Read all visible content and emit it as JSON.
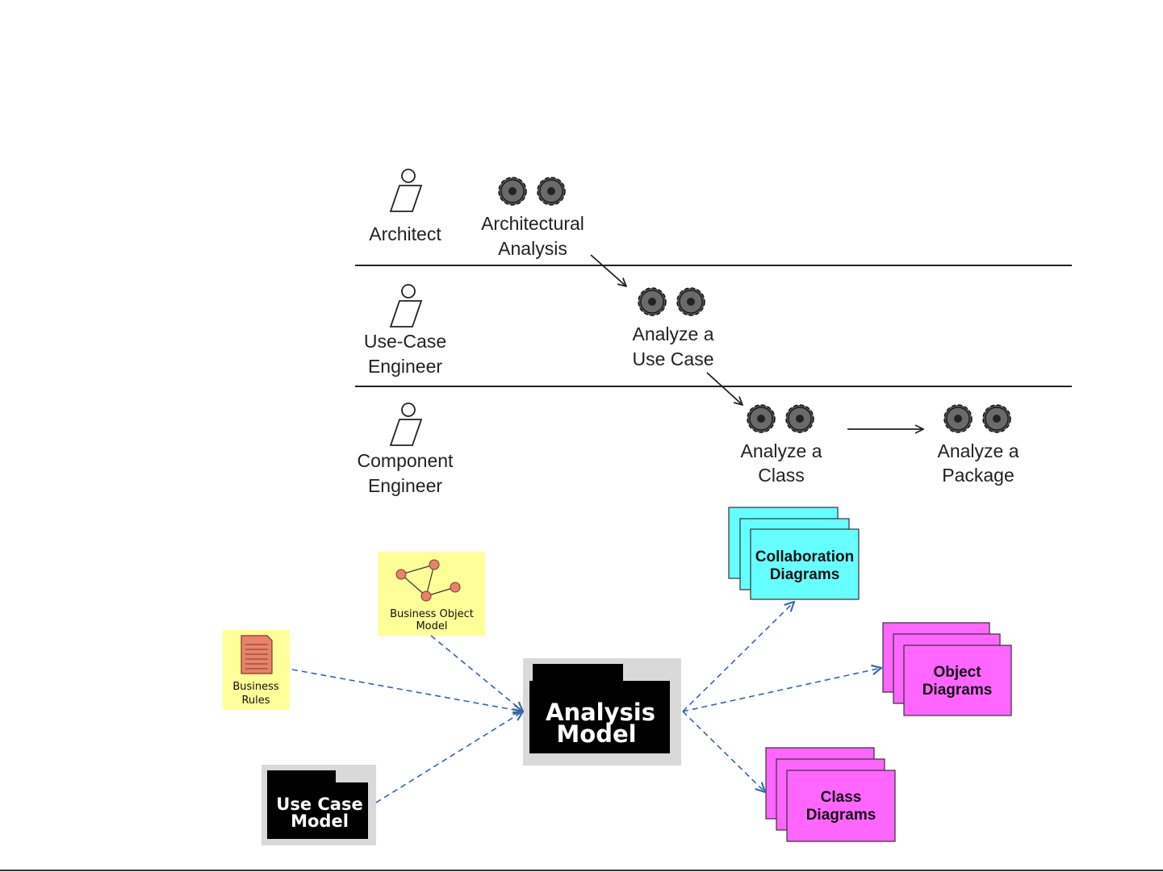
{
  "workers": [
    {
      "lines": [
        "Architect"
      ]
    },
    {
      "lines": [
        "Use-Case",
        "Engineer"
      ]
    },
    {
      "lines": [
        "Component",
        "Engineer"
      ]
    }
  ],
  "activities": [
    {
      "lines": [
        "Architectural",
        "Analysis"
      ]
    },
    {
      "lines": [
        "Analyze a",
        "Use Case"
      ]
    },
    {
      "lines": [
        "Analyze a",
        "Class"
      ]
    },
    {
      "lines": [
        "Analyze a",
        "Package"
      ]
    }
  ],
  "inputs": {
    "business_rules": {
      "lines": [
        "Business",
        "Rules"
      ],
      "color": "#ffff99"
    },
    "business_object_model": {
      "lines": [
        "Business Object",
        "Model"
      ],
      "color": "#ffff99"
    },
    "use_case_model": {
      "lines": [
        "Use Case",
        "Model"
      ]
    }
  },
  "analysis_model": {
    "lines": [
      "Analysis",
      "Model"
    ]
  },
  "outputs": {
    "collaboration": {
      "lines": [
        "Collaboration",
        "Diagrams"
      ],
      "color": "#66ffff"
    },
    "object": {
      "lines": [
        "Object",
        "Diagrams"
      ],
      "color": "#ff66ff"
    },
    "class": {
      "lines": [
        "Class",
        "Diagrams"
      ],
      "color": "#ff66ff"
    }
  },
  "colors": {
    "arrow_dashed": "#3366aa",
    "lines": "#222222"
  }
}
